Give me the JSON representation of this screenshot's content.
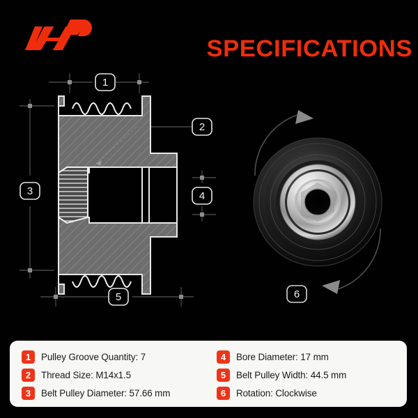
{
  "header": {
    "logo_name": "hp-performance-logo",
    "title": "SPECIFICATIONS",
    "title_color": "#ef2d0c"
  },
  "drawing": {
    "name": "pulley-cross-section-drawing",
    "callouts": [
      {
        "id": "1",
        "position": "top",
        "refers_to": "Pulley Groove Quantity"
      },
      {
        "id": "2",
        "position": "right-upper",
        "refers_to": "Thread Size"
      },
      {
        "id": "3",
        "position": "left",
        "refers_to": "Belt Pulley Diameter"
      },
      {
        "id": "4",
        "position": "right-lower",
        "refers_to": "Bore Diameter"
      },
      {
        "id": "5",
        "position": "bottom",
        "refers_to": "Belt Pulley Width"
      }
    ],
    "groove_count": 7
  },
  "photo": {
    "name": "pulley-front-photo",
    "callouts": [
      {
        "id": "6",
        "position": "bottom-center",
        "refers_to": "Rotation"
      }
    ],
    "rotation_indicator": "clockwise"
  },
  "spec_panel": {
    "background": "#f7f7f5",
    "badge_color": "#ee3418",
    "left_column": [
      {
        "number": "1",
        "label": "Pulley Groove Quantity: 7"
      },
      {
        "number": "2",
        "label": "Thread Size: M14x1.5"
      },
      {
        "number": "3",
        "label": "Belt Pulley Diameter: 57.66 mm"
      }
    ],
    "right_column": [
      {
        "number": "4",
        "label": "Bore Diameter: 17 mm"
      },
      {
        "number": "5",
        "label": "Belt Pulley Width: 44.5 mm"
      },
      {
        "number": "6",
        "label": "Rotation: Clockwise"
      }
    ]
  }
}
